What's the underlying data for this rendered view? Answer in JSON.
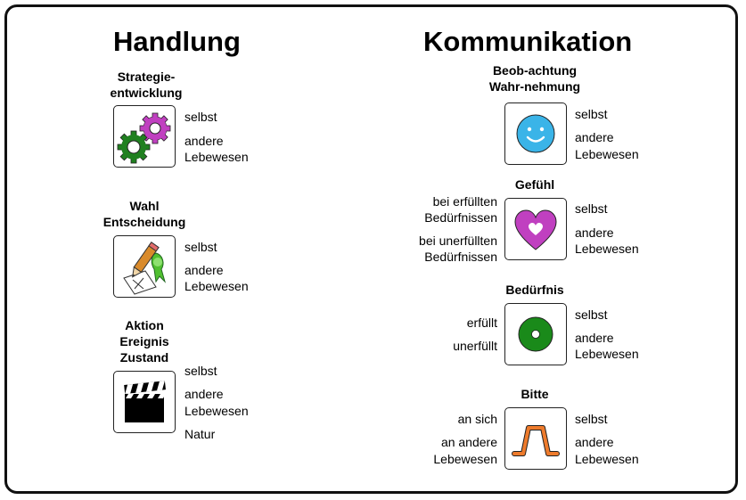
{
  "handlung": {
    "title": "Handlung",
    "items": [
      {
        "label": [
          "Strategie-",
          "entwicklung"
        ],
        "right": [
          "selbst",
          "andere",
          "Lebewesen"
        ],
        "icon": "gears-icon",
        "colors": [
          "#c040c0",
          "#208020"
        ]
      },
      {
        "label": [
          "Wahl",
          "Entscheidung"
        ],
        "right": [
          "selbst",
          "andere",
          "Lebewesen"
        ],
        "icon": "pencil-ballot-icon"
      },
      {
        "label": [
          "Aktion",
          "Ereignis",
          "Zustand"
        ],
        "right": [
          "selbst",
          "andere",
          "Lebewesen",
          "Natur"
        ],
        "icon": "clapperboard-icon"
      }
    ]
  },
  "kommunikation": {
    "title": "Kommunikation",
    "items": [
      {
        "label": [
          "Beob-achtung",
          "Wahr-nehmung"
        ],
        "left": [],
        "right": [
          "selbst",
          "andere",
          "Lebewesen"
        ],
        "icon": "smiley-icon",
        "color": "#3ab4e8"
      },
      {
        "label": [
          "Gefühl"
        ],
        "left": [
          "bei erfüllten",
          "Bedürfnissen",
          "bei unerfüllten",
          "Bedürfnissen"
        ],
        "right": [
          "selbst",
          "andere",
          "Lebewesen"
        ],
        "icon": "heart-icon",
        "color": "#c040c0"
      },
      {
        "label": [
          "Bedürfnis"
        ],
        "left": [
          "erfüllt",
          "unerfüllt"
        ],
        "right": [
          "selbst",
          "andere",
          "Lebewesen"
        ],
        "icon": "green-circle-icon",
        "color": "#1a8a1a"
      },
      {
        "label": [
          "Bitte"
        ],
        "left": [
          "an sich",
          "an andere",
          "Lebewesen"
        ],
        "right": [
          "selbst",
          "andere",
          "Lebewesen"
        ],
        "icon": "request-curve-icon",
        "color": "#ee7b2c"
      }
    ]
  }
}
